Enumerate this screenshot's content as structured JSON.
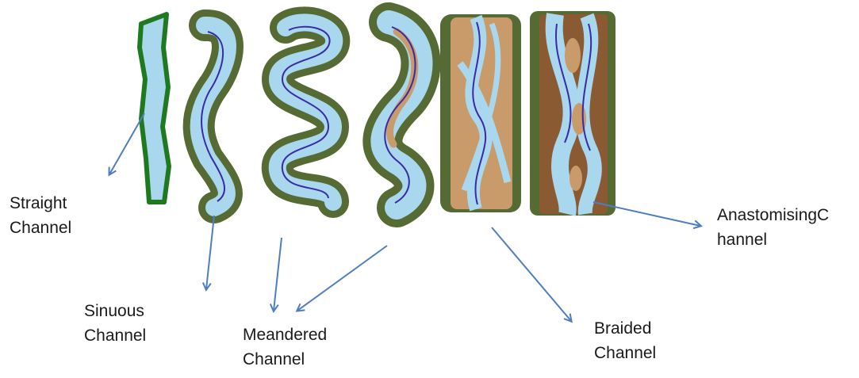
{
  "labels": {
    "straight": {
      "line1": "Straight",
      "line2": "Channel"
    },
    "sinuous": {
      "line1": "Sinuous",
      "line2": "Channel"
    },
    "meandered": {
      "line1": "Meandered",
      "line2": "Channel"
    },
    "braided": {
      "line1": "Braided",
      "line2": "Channel"
    },
    "anastomising": {
      "line1": "AnastomisingC",
      "line2": "hannel"
    }
  },
  "colors": {
    "water": "#a9d8ee",
    "water_line": "#3a2aa8",
    "bank_green": "#566b33",
    "sand": "#c99a6a",
    "soil": "#8a5a33",
    "arrow": "#4f7ec0",
    "straight_bank": "#1f7a1f"
  }
}
